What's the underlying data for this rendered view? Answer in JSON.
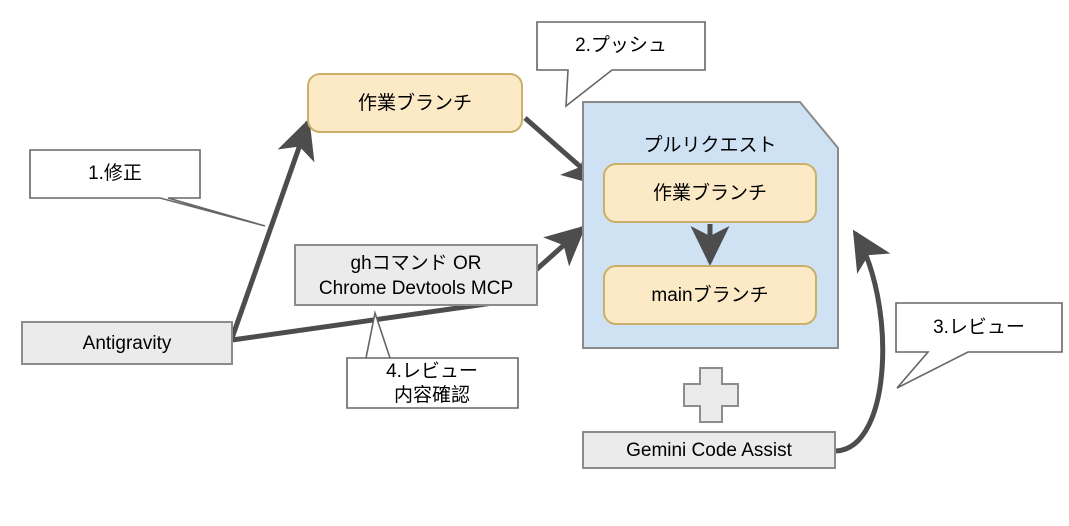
{
  "diagram": {
    "title": "Antigravity pull request review workflow",
    "colors": {
      "gray_fill": "#ebebeb",
      "gray_stroke": "#8c8c8c",
      "yellow_fill": "#fce9c6",
      "yellow_stroke": "#cbb06a",
      "blue_fill": "#cfe2f3",
      "blue_stroke": "#8a8a8a",
      "callout_fill": "#ffffff",
      "callout_stroke": "#666666",
      "arrow_color": "#4d4d4d",
      "text_color": "#000000"
    },
    "nodes": {
      "antigravity": {
        "label": "Antigravity",
        "shape": "rect",
        "style": "gray"
      },
      "work_branch_outer": {
        "label": "作業ブランチ",
        "shape": "rounded-rect",
        "style": "yellow"
      },
      "gh_command": {
        "label_line1": "ghコマンド OR",
        "label_line2": "Chrome Devtools MCP",
        "shape": "rect",
        "style": "gray"
      },
      "pull_request": {
        "label": "プルリクエスト",
        "shape": "note-card",
        "style": "blue"
      },
      "pr_work_branch": {
        "label": "作業ブランチ",
        "shape": "rounded-rect",
        "style": "yellow"
      },
      "pr_main_branch": {
        "label": "mainブランチ",
        "shape": "rounded-rect",
        "style": "yellow"
      },
      "plus": {
        "label": "",
        "shape": "cross",
        "style": "gray"
      },
      "gemini": {
        "label": "Gemini Code Assist",
        "shape": "rect",
        "style": "gray"
      }
    },
    "callouts": {
      "step1": {
        "label": "1.修正"
      },
      "step2": {
        "label": "2.プッシュ"
      },
      "step3": {
        "label": "3.レビュー"
      },
      "step4": {
        "label_line1": "4.レビュー",
        "label_line2": "内容確認"
      }
    }
  }
}
